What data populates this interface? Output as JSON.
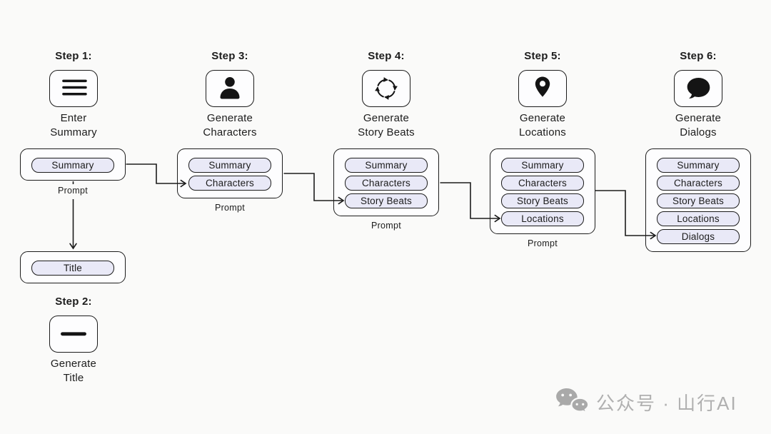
{
  "colors": {
    "background": "#fafaf9",
    "ink": "#1c1c1c",
    "box_fill": "#fdfdfe",
    "pill_fill": "#e9e9f7",
    "watermark": "#b0b0b0"
  },
  "steps": [
    {
      "title": "Step 1:",
      "icon": "menu-icon",
      "label_lines": [
        "Enter",
        "Summary"
      ]
    },
    {
      "title": "Step 2:",
      "icon": "dash-icon",
      "label_lines": [
        "Generate",
        "Title"
      ]
    },
    {
      "title": "Step 3:",
      "icon": "person-icon",
      "label_lines": [
        "Generate",
        "Characters"
      ]
    },
    {
      "title": "Step 4:",
      "icon": "cycle-icon",
      "label_lines": [
        "Generate",
        "Story Beats"
      ]
    },
    {
      "title": "Step 5:",
      "icon": "location-pin-icon",
      "label_lines": [
        "Generate",
        "Locations"
      ]
    },
    {
      "title": "Step 6:",
      "icon": "speech-bubble-icon",
      "label_lines": [
        "Generate",
        "Dialogs"
      ]
    }
  ],
  "prompt_boxes": [
    {
      "step": 1,
      "caption": "Prompt",
      "pills": [
        "Summary"
      ]
    },
    {
      "step": 3,
      "caption": "Prompt",
      "pills": [
        "Summary",
        "Characters"
      ]
    },
    {
      "step": 4,
      "caption": "Prompt",
      "pills": [
        "Summary",
        "Characters",
        "Story Beats"
      ]
    },
    {
      "step": 5,
      "caption": "Prompt",
      "pills": [
        "Summary",
        "Characters",
        "Story Beats",
        "Locations"
      ]
    },
    {
      "step": 6,
      "caption": "",
      "pills": [
        "Summary",
        "Characters",
        "Story Beats",
        "Locations",
        "Dialogs"
      ]
    }
  ],
  "title_box": {
    "pills": [
      "Title"
    ]
  },
  "watermark": {
    "icon": "wechat-icon",
    "text": "公众号 · 山行AI"
  }
}
